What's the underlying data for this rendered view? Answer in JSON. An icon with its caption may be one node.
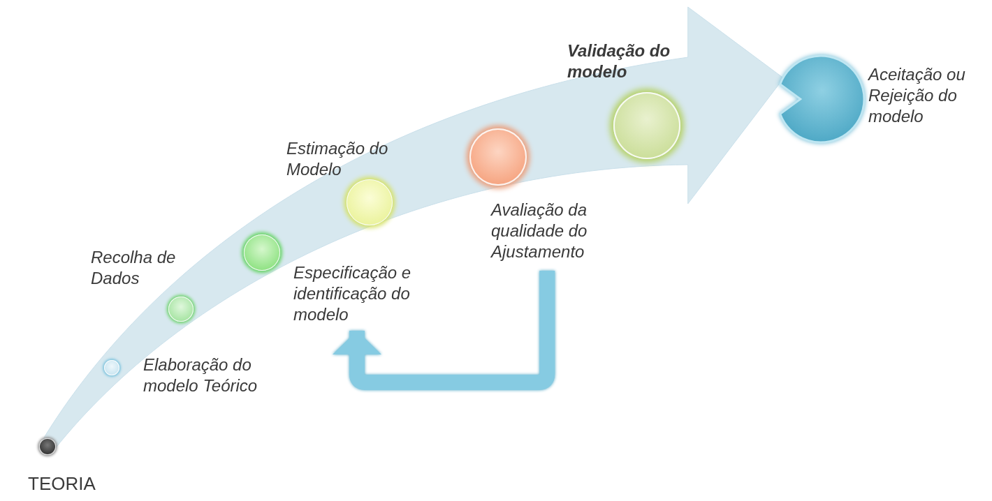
{
  "diagram": {
    "nodes": [
      {
        "text": [
          "TEORIA"
        ]
      },
      {
        "text": [
          "Elaboração do modelo Teórico"
        ]
      },
      {
        "text": [
          "Recolha de Dados"
        ]
      },
      {
        "text": [
          "Especificação e identificação do modelo"
        ]
      },
      {
        "text": [
          "Estimação do Modelo"
        ]
      },
      {
        "text": [
          "Avaliação da qualidade do Ajustamento"
        ]
      },
      {
        "text": [
          "Validação do modelo"
        ]
      },
      {
        "text": [
          "Aceitação ou Rejeição do modelo"
        ]
      }
    ],
    "edges": [
      {
        "from": 0,
        "to": 7,
        "arrow": "to"
      },
      {
        "from": 5,
        "to": 3,
        "arrow": "to"
      }
    ]
  }
}
